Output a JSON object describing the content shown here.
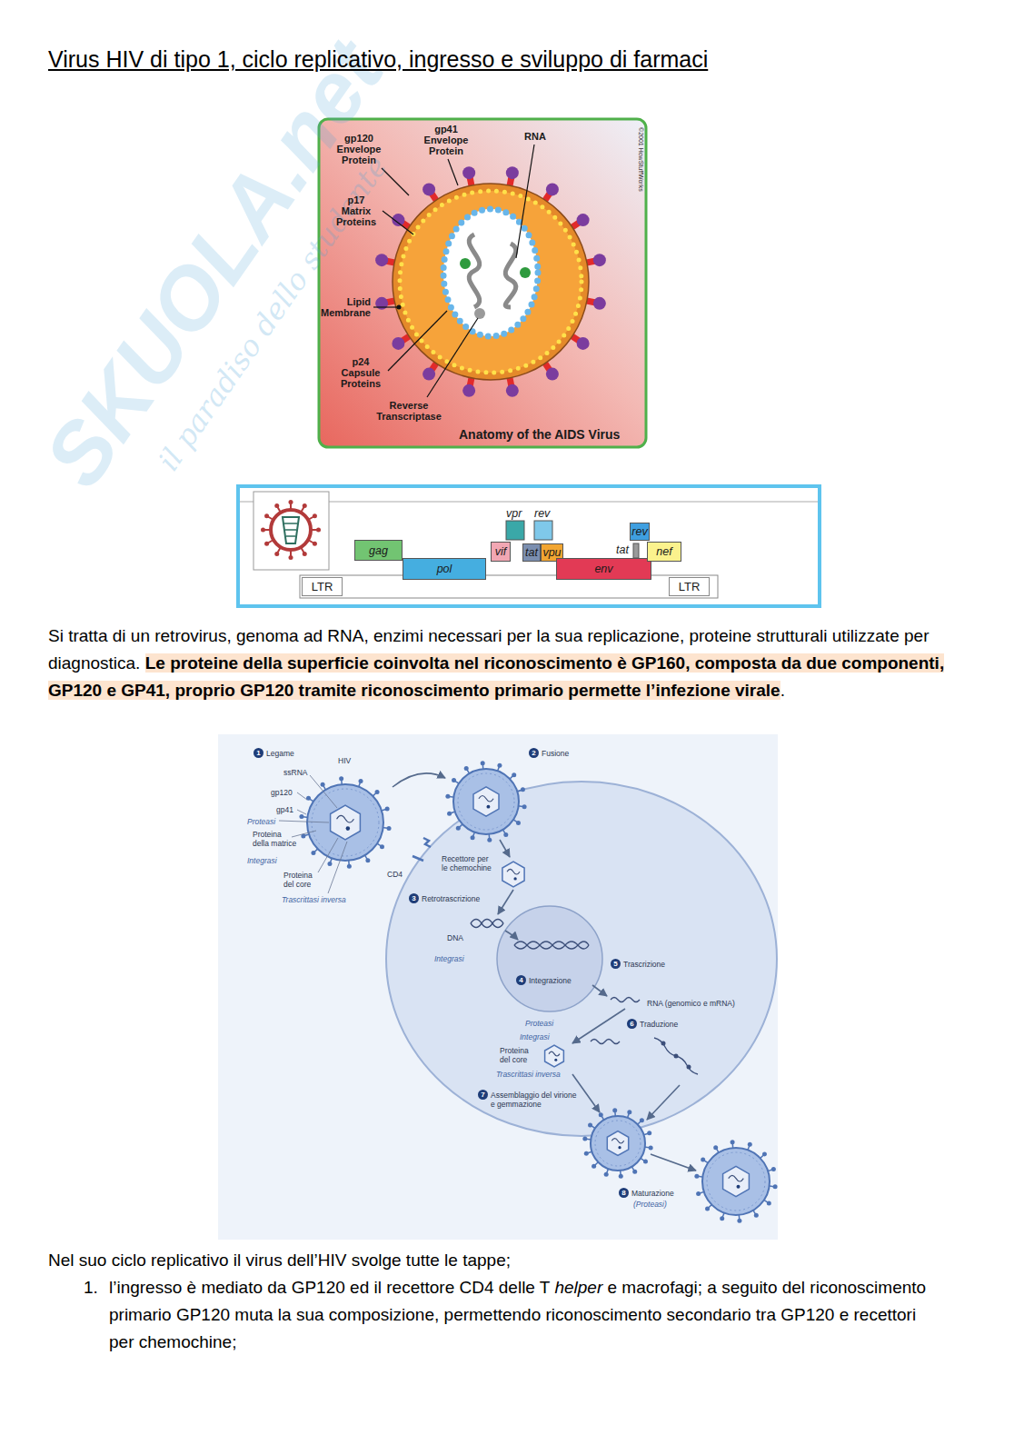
{
  "diagram": {
    "title": "Virus HIV di tipo 1, ciclo replicativo, ingresso e sviluppo di farmaci",
    "nodes": [
      {
        "text": [
          "gag"
        ]
      },
      {
        "text": [
          "pol"
        ]
      },
      {
        "text": [
          "vif"
        ]
      },
      {
        "text": [
          "tat"
        ]
      },
      {
        "text": [
          "vpu"
        ]
      },
      {
        "text": [
          "env"
        ]
      },
      {
        "text": [
          "rev"
        ]
      },
      {
        "text": [
          "nef"
        ]
      },
      {
        "text": [
          "LTR"
        ]
      },
      {
        "text": [
          "LTR"
        ]
      }
    ],
    "labels": [
      "gp120 Envelope Protein",
      "gp41 Envelope Protein",
      "RNA",
      "©2001 HowStuffWorks",
      "p17 Matrix Proteins",
      "Lipid Membrane",
      "p24 Capsule Proteins",
      "Reverse Transcriptase",
      "Anatomy of the AIDS Virus",
      "SKUOLA.net",
      "il paradiso dello studente",
      "vpr",
      "rev",
      "tat",
      "Si tratta di un retrovirus, genoma ad RNA, enzimi necessari per la sua replicazione, proteine strutturali utilizzate per diagnostica. ",
      "Le proteine della superficie coinvolta nel riconoscimento è GP160, composta da due componenti, GP120 e GP41, proprio GP120 tramite riconoscimento primario permette l’infezione virale",
      ".",
      "1",
      "Legame",
      "HIV",
      "ssRNA",
      "gp120",
      "gp41",
      "Proteasi",
      "Proteina della matrice",
      "Integrasi",
      "Proteina del core",
      "Trascrittasi inversa",
      "CD4",
      "Recettore per le chemochine",
      "2",
      "Fusione",
      "3",
      "Retrotrascrizione",
      "DNA",
      "Integrasi",
      "4",
      "Integrazione",
      "5",
      "Trascrizione",
      "RNA (genomico e mRNA)",
      "6",
      "Traduzione",
      "Proteasi",
      "Integrasi",
      "Proteina del core",
      "Trascrittasi inversa",
      "7",
      "Assemblaggio del virione e gemmazione",
      "8",
      "Maturazione",
      "(Proteasi)",
      "Nel suo ciclo replicativo il virus dell’HIV svolge tutte le tappe;",
      "1.",
      "l’ingresso è mediato da GP120 ed il recettore CD4 delle T ",
      "helper",
      " e macrofagi; a seguito del riconoscimento primario GP120 muta la sua composizione, permettendo riconoscimento secondario tra GP120 e recettori per chemochine;"
    ]
  }
}
